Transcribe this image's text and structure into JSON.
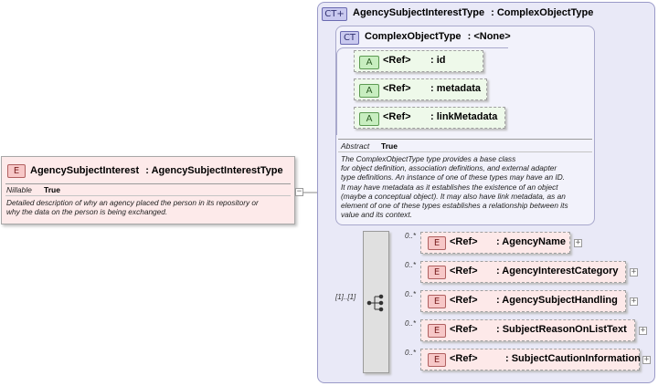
{
  "root": {
    "badge": "E",
    "name": "AgencySubjectInterest",
    "type": ": AgencySubjectInterestType",
    "nillable_label": "Nillable",
    "nillable_value": "True",
    "doc": [
      "Detailed description of why an agency placed the person in its repository or",
      "why the data on the person is being exchanged."
    ]
  },
  "complex_type": {
    "badge": "CT",
    "name": "AgencySubjectInterestType",
    "base": ": ComplexObjectType"
  },
  "base_type": {
    "badge": "CT",
    "name": "ComplexObjectType",
    "base": ": <None>",
    "attributes": [
      {
        "badge": "A",
        "ref": "<Ref>",
        "name": ": id"
      },
      {
        "badge": "A",
        "ref": "<Ref>",
        "name": ": metadata"
      },
      {
        "badge": "A",
        "ref": "<Ref>",
        "name": ": linkMetadata"
      }
    ],
    "abstract_label": "Abstract",
    "abstract_value": "True",
    "doc": [
      "The ComplexObjectType type provides a base class",
      "for object definition, association definitions, and external adapter",
      "type definitions. An instance of one of these types may have an ID.",
      "It may have metadata as it establishes the existence of an object",
      "(maybe a conceptual object). It may also have link metadata, as an",
      "element of one of these types establishes a relationship between its",
      "value and its context."
    ]
  },
  "sequence": {
    "occurrence": "[1]..[1]"
  },
  "children": [
    {
      "badge": "E",
      "ref": "<Ref>",
      "name": ": AgencyName",
      "occurrence": "0..*"
    },
    {
      "badge": "E",
      "ref": "<Ref>",
      "name": ": AgencyInterestCategory",
      "occurrence": "0..*"
    },
    {
      "badge": "E",
      "ref": "<Ref>",
      "name": ": AgencySubjectHandling",
      "occurrence": "0..*"
    },
    {
      "badge": "E",
      "ref": "<Ref>",
      "name": ": SubjectReasonOnListText",
      "occurrence": "0..*"
    },
    {
      "badge": "E",
      "ref": "<Ref>",
      "name": ": SubjectCautionInformation",
      "occurrence": "0..*"
    }
  ],
  "colors": {
    "element_fill": "#fde9e9",
    "attribute_fill": "#eef9ea",
    "type_fill": "#e9e9f7",
    "frame_border": "#9a9ac8"
  }
}
